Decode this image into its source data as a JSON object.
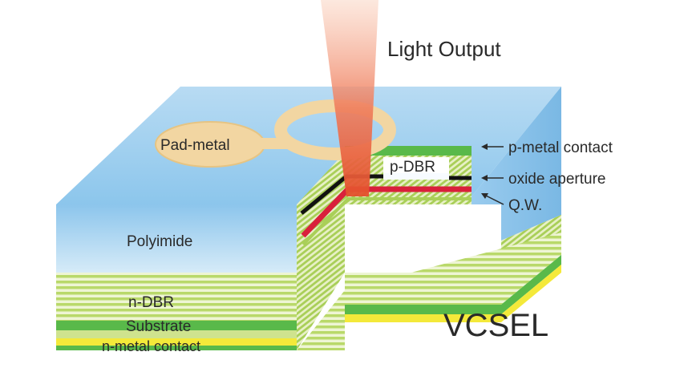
{
  "diagram": {
    "title": "VCSEL",
    "beam_label": "Light Output",
    "labels": {
      "pad_metal": "Pad-metal",
      "polyimide": "Polyimide",
      "n_dbr": "n-DBR",
      "substrate": "Substrate",
      "n_metal_contact": "n-metal contact",
      "p_dbr": "p-DBR"
    },
    "callouts": {
      "p_metal_contact": "p-metal contact",
      "oxide_aperture": "oxide aperture",
      "quantum_well": "Q.W."
    }
  },
  "colors": {
    "polyimide_light": "#cfe6f7",
    "polyimide_dark": "#7fbde8",
    "dbr_green": "#b9d96a",
    "dbr_light": "#eef5d4",
    "substrate_green": "#59b94a",
    "n_metal_yellow": "#f4e93a",
    "quantum_well_red": "#d9203b",
    "oxide_black": "#111111",
    "pad_metal": "#f2d6a2",
    "beam": "#e8674a",
    "beam_label_color": "#b01d3f"
  }
}
